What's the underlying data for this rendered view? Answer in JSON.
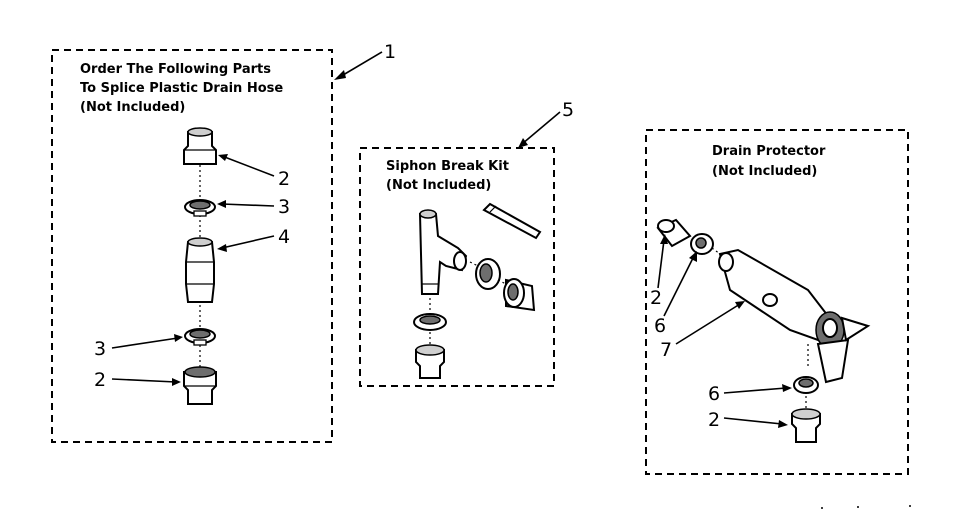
{
  "kit1": {
    "title_line1": "Order The Following Parts",
    "title_line2": "To Splice Plastic Drain Hose",
    "title_line3": "(Not Included)",
    "callout": "1"
  },
  "kit5": {
    "title_line1": "Siphon Break Kit",
    "title_line2": "(Not Included)",
    "callout": "5"
  },
  "protector": {
    "title_line1": "Drain Protector",
    "title_line2": "(Not Included)"
  },
  "labels": {
    "k1_a": "2",
    "k1_b": "3",
    "k1_c": "4",
    "k1_d": "3",
    "k1_e": "2",
    "p_a": "2",
    "p_b": "6",
    "p_c": "7",
    "p_d": "6",
    "p_e": "2"
  }
}
